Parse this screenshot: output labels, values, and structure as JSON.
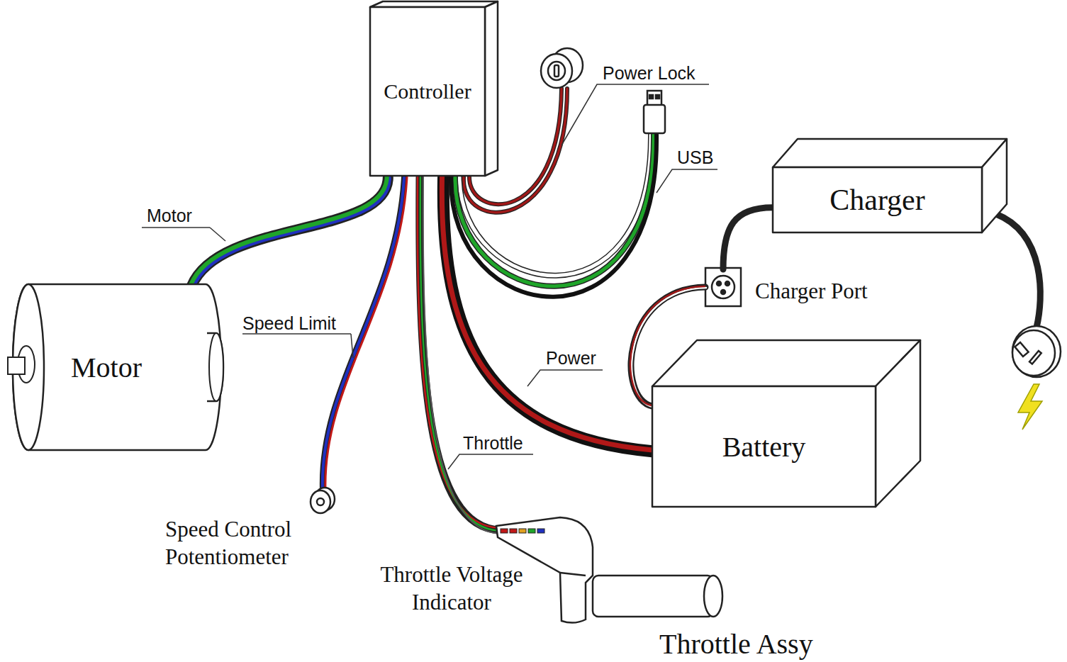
{
  "diagram": {
    "nodes": [
      {
        "text": [
          "Controller"
        ]
      },
      {
        "text": [
          "Motor"
        ]
      },
      {
        "text": [
          "Charger"
        ]
      },
      {
        "text": [
          "Battery"
        ]
      }
    ],
    "edges": [
      {
        "from": 0,
        "to": 1,
        "arrow": "none",
        "label": "Motor"
      },
      {
        "from": 0,
        "to": 3,
        "arrow": "none",
        "label": "Power"
      },
      {
        "from": 2,
        "to": 3,
        "arrow": "none"
      }
    ],
    "labels": [
      "Power Lock",
      "USB",
      "Speed Limit",
      "Throttle",
      "Speed Control Potentiometer",
      "Throttle Voltage Indicator",
      "Throttle Assy",
      "Charger Port"
    ]
  }
}
